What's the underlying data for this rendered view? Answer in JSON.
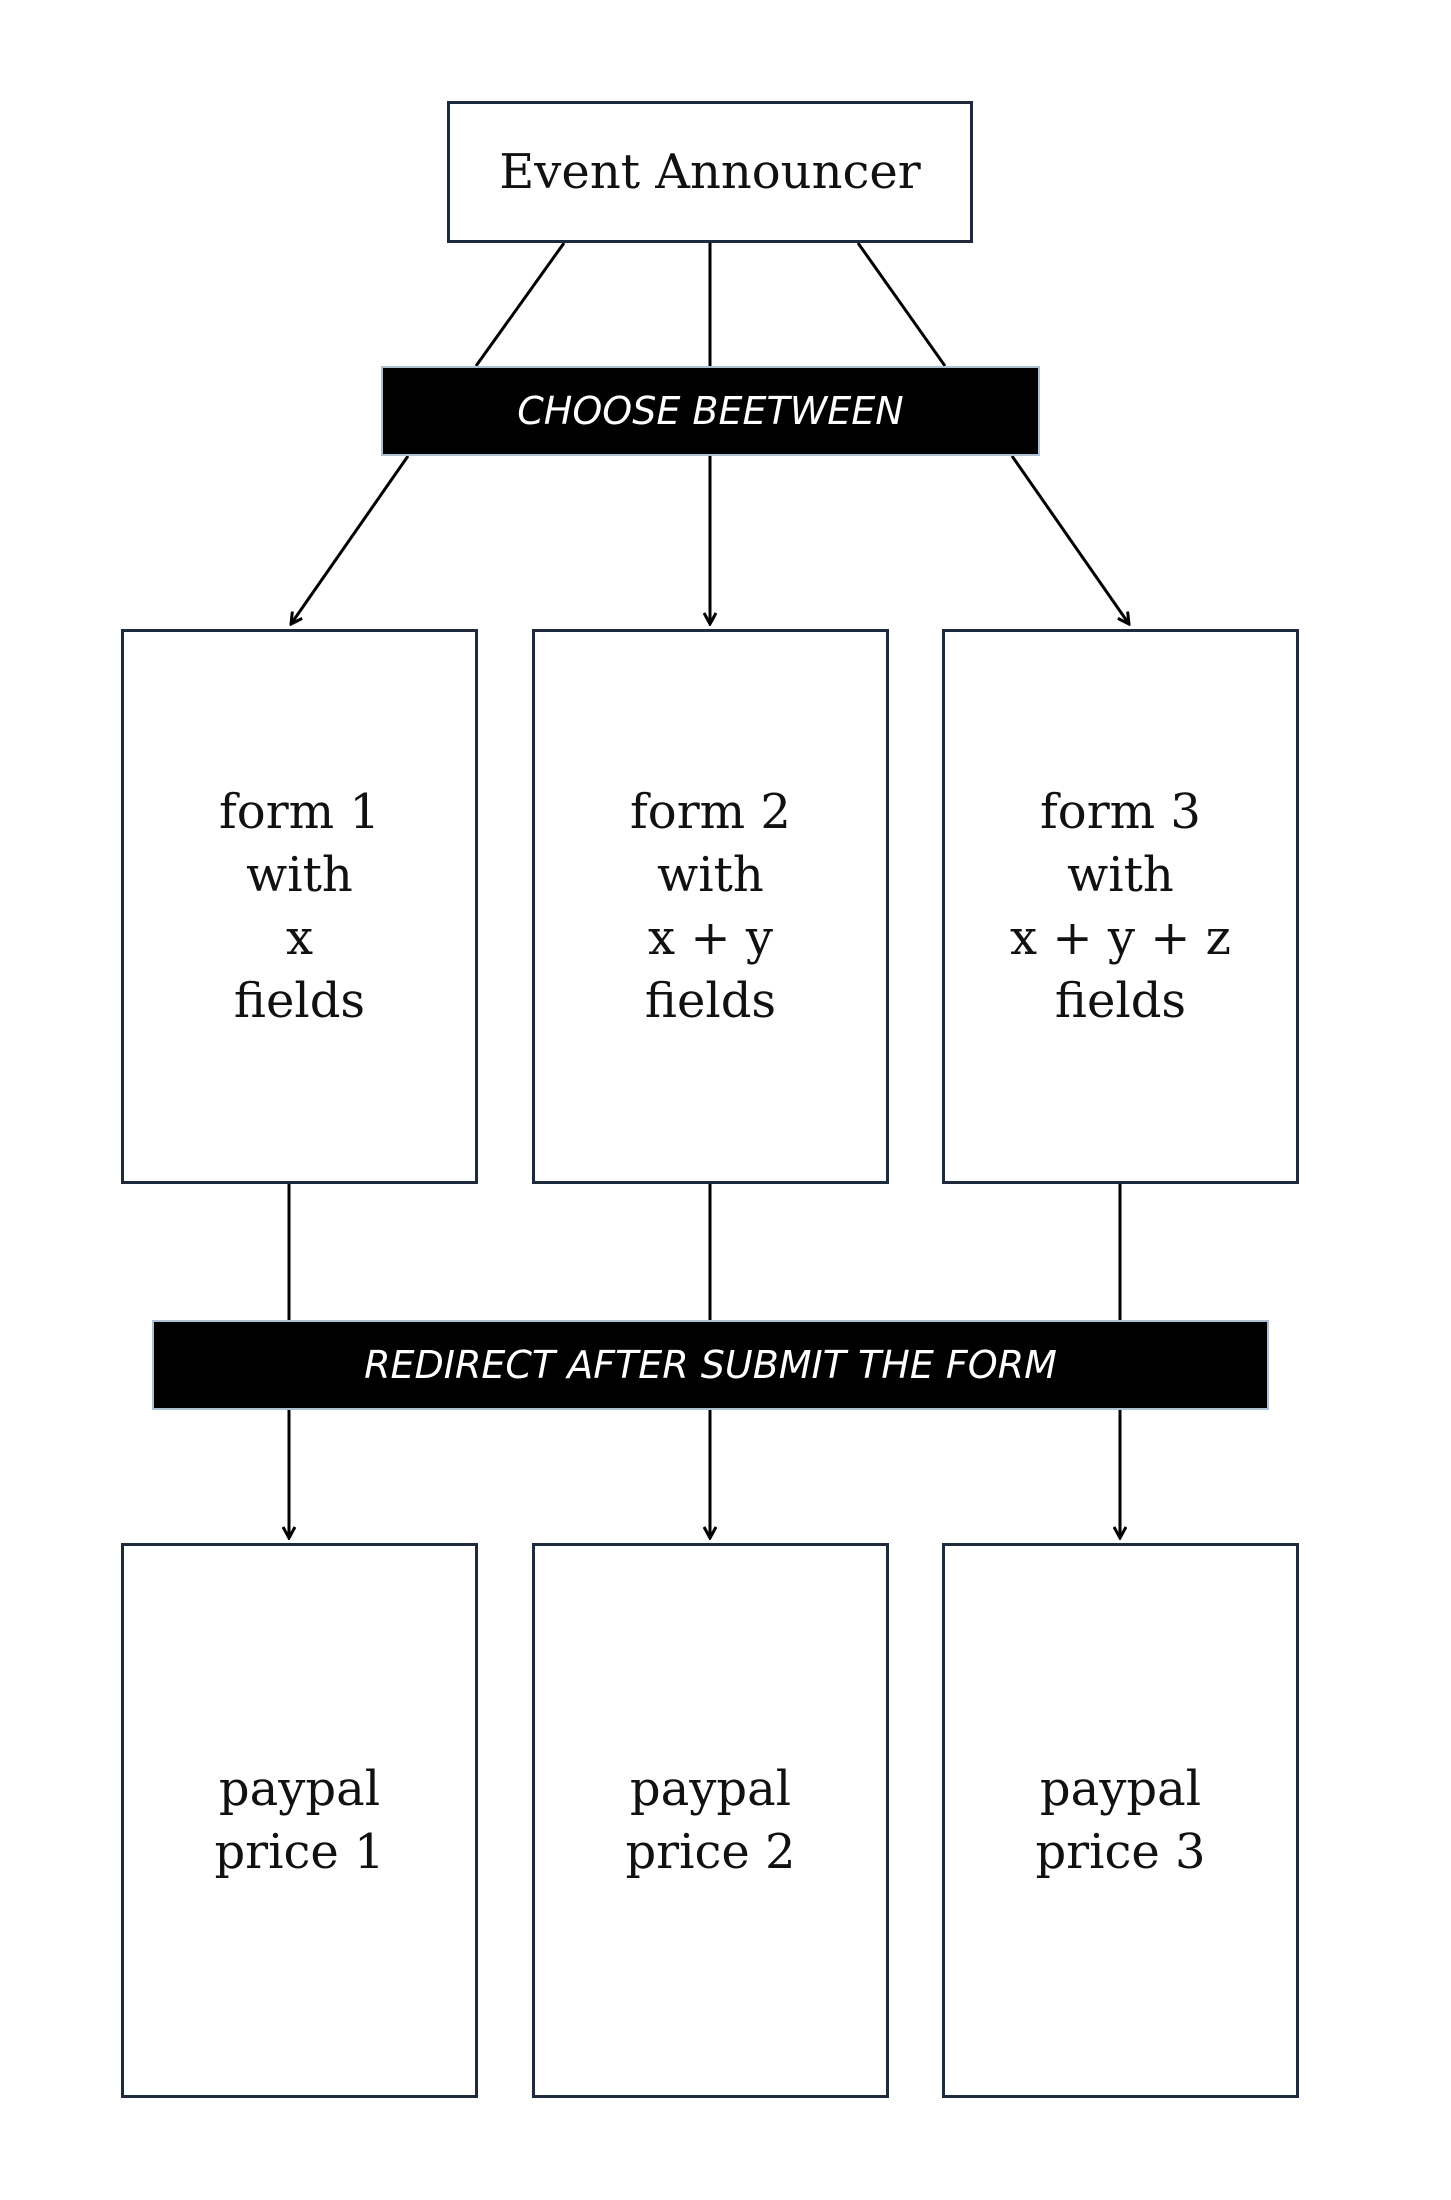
{
  "title": "Event Announcer",
  "choose_label": "CHOOSE BEETWEEN",
  "redirect_label": "REDIRECT AFTER SUBMIT THE FORM",
  "forms": [
    {
      "line1": "form 1",
      "line2": "with",
      "line3": "x",
      "line4": "fields"
    },
    {
      "line1": "form 2",
      "line2": "with",
      "line3": "x + y",
      "line4": "fields"
    },
    {
      "line1": "form 3",
      "line2": "with",
      "line3": "x + y + z",
      "line4": "fields"
    }
  ],
  "payments": [
    {
      "line1": "paypal",
      "line2": "price 1"
    },
    {
      "line1": "paypal",
      "line2": "price 2"
    },
    {
      "line1": "paypal",
      "line2": "price 3"
    }
  ],
  "colors": {
    "box_border": "#1f2a3c",
    "banner_bg": "#000000",
    "banner_text": "#ffffff",
    "banner_border": "#aebfd3"
  }
}
